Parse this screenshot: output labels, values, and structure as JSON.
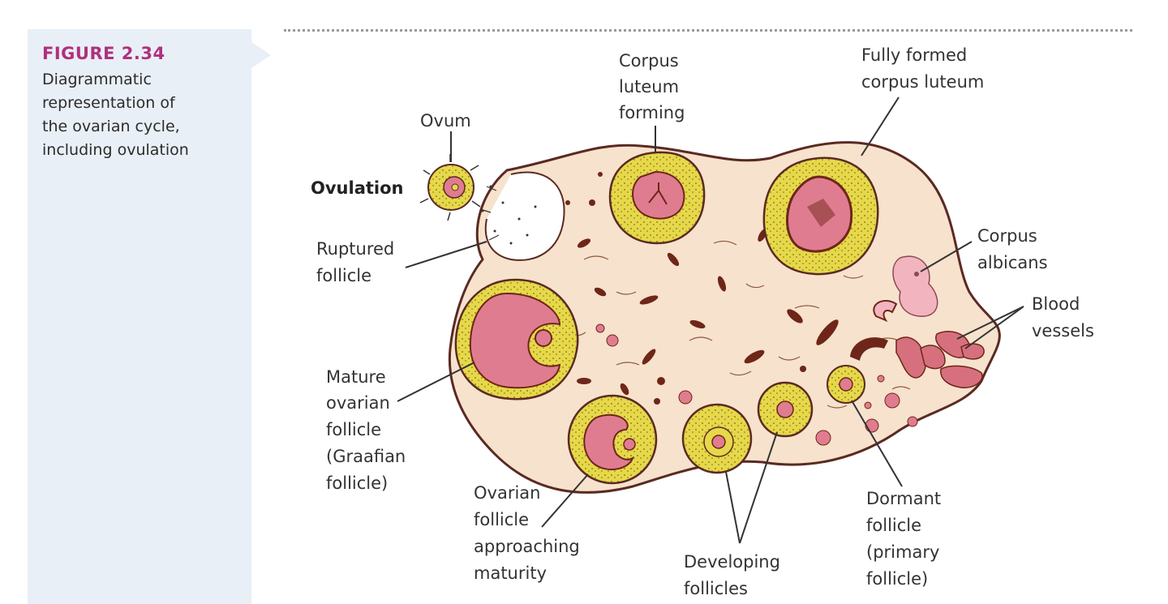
{
  "figure": {
    "number": "FIGURE 2.34",
    "caption_lines": [
      "Diagrammatic",
      "representation of",
      "the ovarian cycle,",
      "including ovulation"
    ]
  },
  "labels": {
    "ovum": "Ovum",
    "ovulation": "Ovulation",
    "ruptured_follicle": [
      "Ruptured",
      "follicle"
    ],
    "corpus_luteum_forming": [
      "Corpus",
      "luteum",
      "forming"
    ],
    "fully_formed_corpus_luteum": [
      "Fully formed",
      "corpus luteum"
    ],
    "corpus_albicans": [
      "Corpus",
      "albicans"
    ],
    "blood_vessels": [
      "Blood",
      "vessels"
    ],
    "mature_follicle": [
      "Mature",
      "ovarian",
      "follicle",
      "(Graafian",
      "follicle)"
    ],
    "approaching_maturity": [
      "Ovarian",
      "follicle",
      "approaching",
      "maturity"
    ],
    "developing_follicles": [
      "Developing",
      "follicles"
    ],
    "dormant_follicle": [
      "Dormant",
      "follicle",
      "(primary",
      "follicle)"
    ]
  },
  "colors": {
    "stroma": "#f7e2cd",
    "outline": "#5a2a22",
    "granulosa": "#e6d84a",
    "antrum": "#e07c90",
    "dark_tissue": "#6e2618",
    "albicans": "#f2b5c0",
    "figure_accent": "#b0307e",
    "sidebar_bg": "#e9eff6"
  }
}
